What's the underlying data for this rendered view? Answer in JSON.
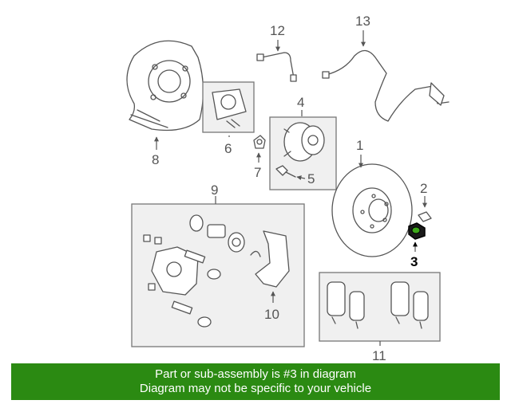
{
  "callouts": {
    "c1": "1",
    "c2": "2",
    "c3": "3",
    "c4": "4",
    "c5": "5",
    "c6": "6",
    "c7": "7",
    "c8": "8",
    "c9": "9",
    "c10": "10",
    "c11": "11",
    "c12": "12",
    "c13": "13"
  },
  "highlight": {
    "part": "3",
    "color": "#2b8a12"
  },
  "banner": {
    "line1": "Part or sub-assembly is #3 in diagram",
    "line2": "Diagram may not be specific to your vehicle",
    "color": "#2b8a12"
  }
}
